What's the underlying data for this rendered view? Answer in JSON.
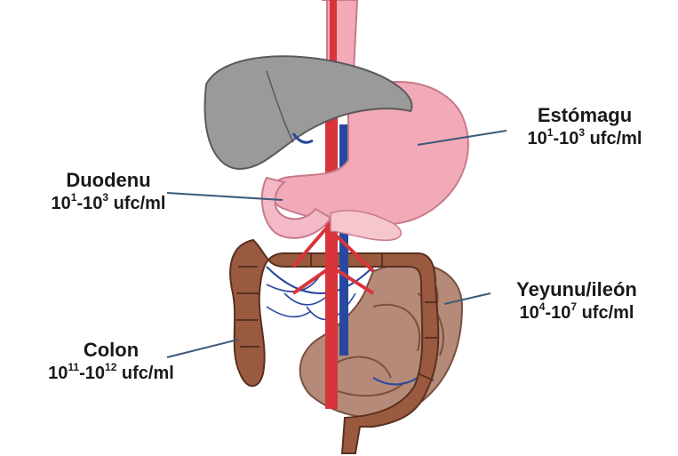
{
  "labels": {
    "estomago": {
      "name": "Estómagu",
      "count": {
        "b1": "10",
        "e1": "1",
        "mid": "-10",
        "e2": "3",
        "unit": " ufc/ml"
      }
    },
    "duodeno": {
      "name": "Duodenu",
      "count": {
        "b1": "10",
        "e1": "1",
        "mid": "-10",
        "e2": "3",
        "unit": " ufc/ml"
      }
    },
    "yeyuno": {
      "name": "Yeyunu/ileón",
      "count": {
        "b1": "10",
        "e1": "4",
        "mid": "-10",
        "e2": "7",
        "unit": " ufc/ml"
      }
    },
    "colon": {
      "name": "Colon",
      "count": {
        "b1": "10",
        "e1": "11",
        "mid": "-10",
        "e2": "12",
        "unit": " ufc/ml"
      }
    }
  },
  "colors": {
    "liver": "#9a9a9a",
    "stomach": "#f2a9b8",
    "colon": "#9a5a40",
    "small_intestine": "#b58a78",
    "artery": "#d8343a",
    "vein": "#2848a0",
    "leader_line": "#3a5a78"
  }
}
